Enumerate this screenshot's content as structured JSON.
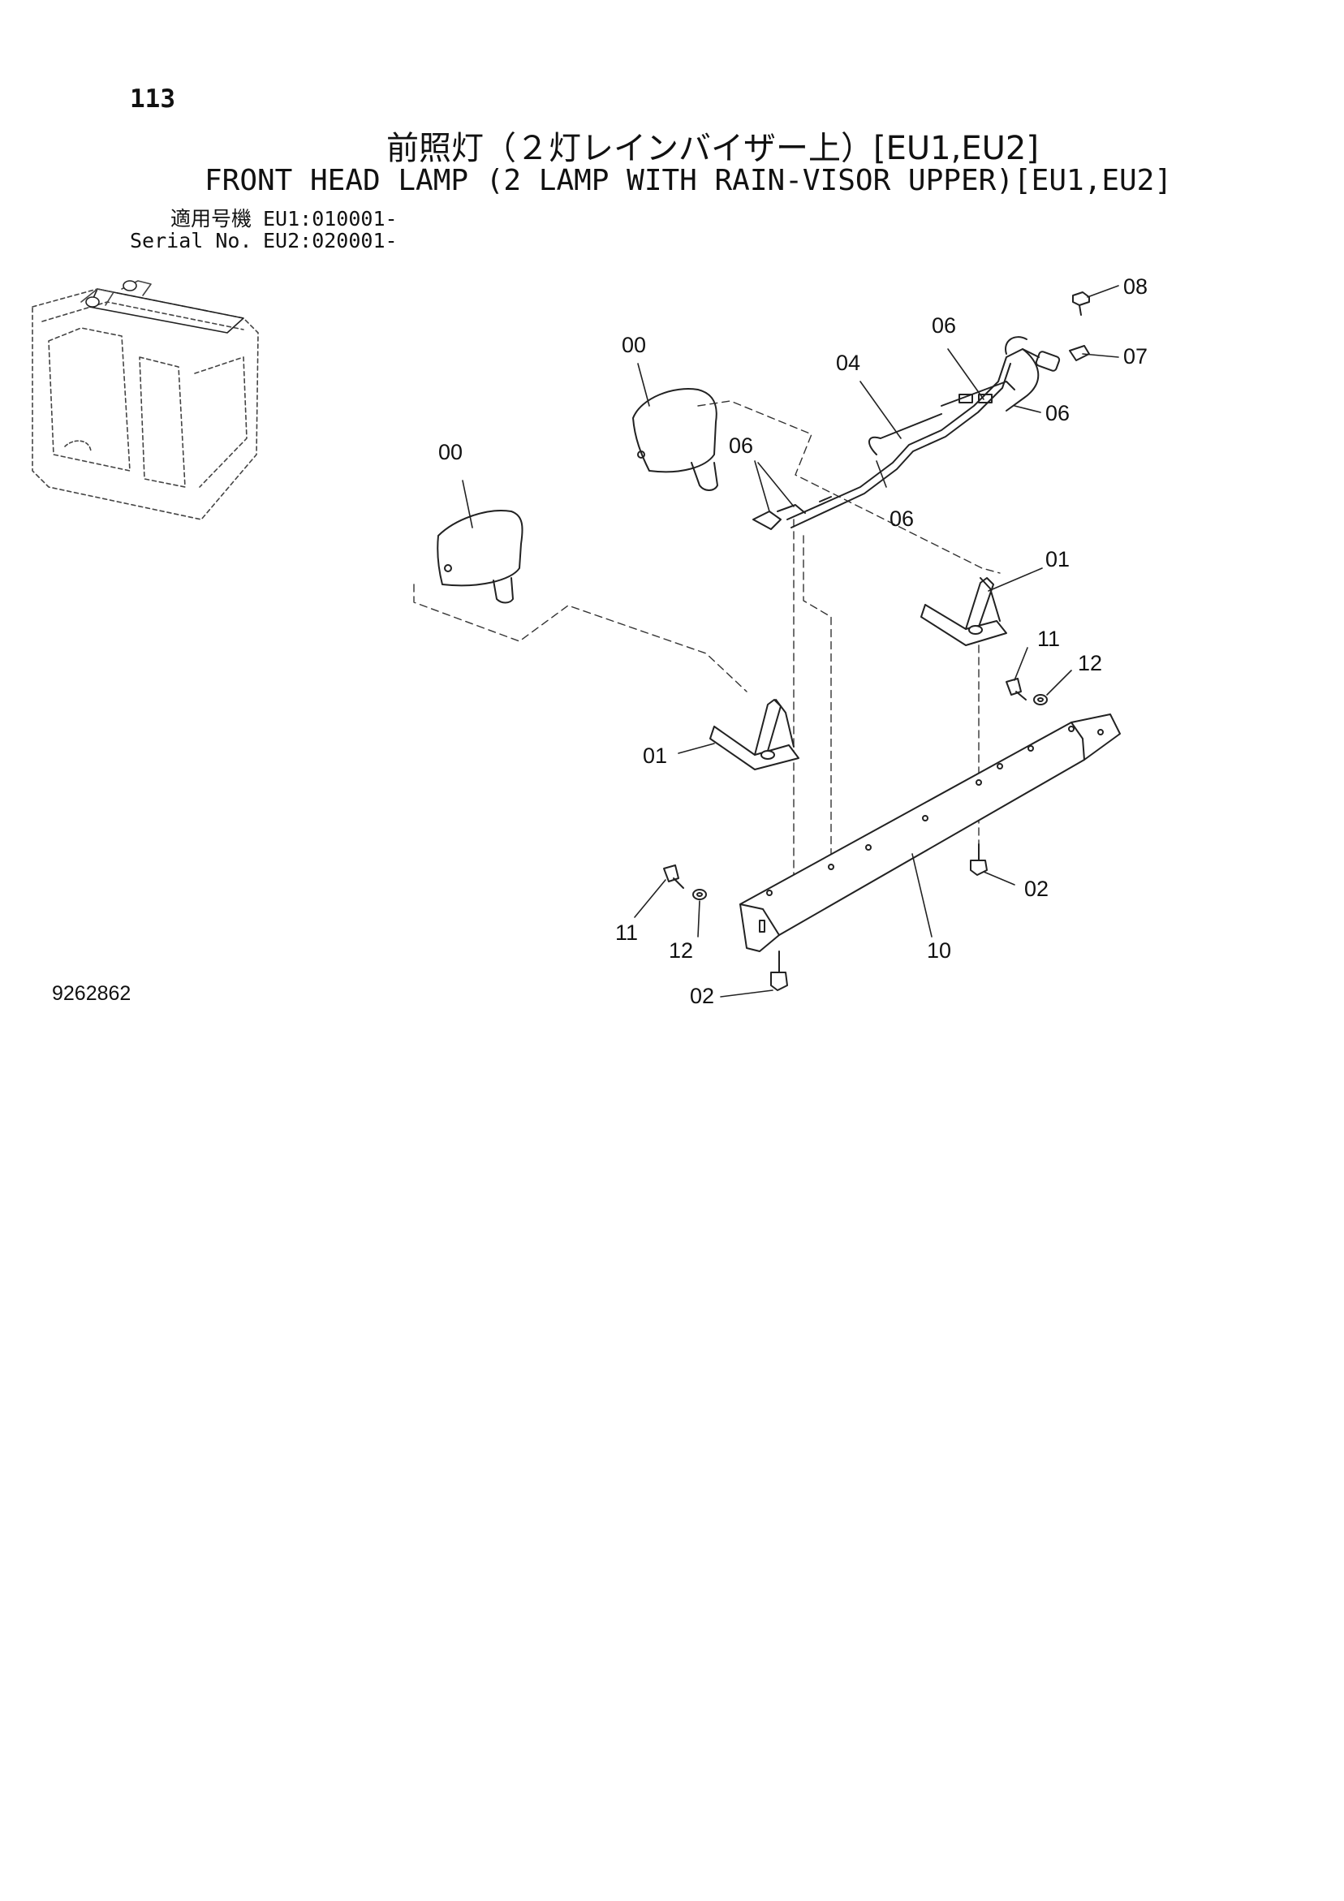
{
  "page_number": "113",
  "title_jp": "前照灯（２灯レインバイザー上）[EU1,EU2]",
  "title_en": "FRONT HEAD LAMP (2 LAMP WITH RAIN-VISOR UPPER)[EU1,EU2]",
  "serial": {
    "label_jp": "適用号機",
    "label_en": "Serial No.",
    "eu1": "EU1:010001-",
    "eu2": "EU2:020001-"
  },
  "drawing_number": "9262862",
  "callouts": {
    "c08": "08",
    "c07": "07",
    "c06_top": "06",
    "c06_right": "06",
    "c04": "04",
    "c00_upper": "00",
    "c06_mid": "06",
    "c06_lower": "06",
    "c00_left": "00",
    "c01_right": "01",
    "c11_right": "11",
    "c12_right": "12",
    "c01_left": "01",
    "c02_right": "02",
    "c10": "10",
    "c11_left": "11",
    "c12_left": "12",
    "c02_bottom": "02"
  }
}
